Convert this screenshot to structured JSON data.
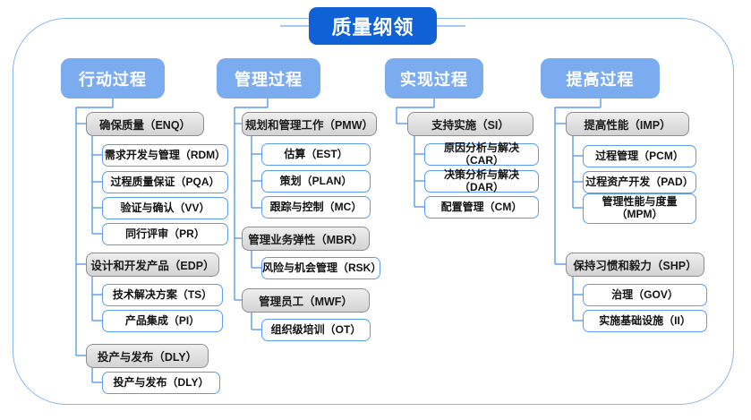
{
  "colors": {
    "root_bg": "#0f62d6",
    "category_bg": "#7cacf0",
    "group_border": "#8d8d8d",
    "leaf_border": "#5b9bf0",
    "frame_border": "#8ab6ee",
    "connector": "#5b9bf0",
    "connector_gray": "#9a9a9a"
  },
  "root": {
    "label": "质量纲领"
  },
  "columns": [
    {
      "id": "action",
      "heading": "行动过程",
      "groups": [
        {
          "label": "确保质量（ENQ）",
          "children": [
            "需求开发与管理（RDM）",
            "过程质量保证（PQA）",
            "验证与确认（VV）",
            "同行评审（PR）"
          ]
        },
        {
          "label": "设计和开发产品（EDP）",
          "children": [
            "技术解决方案（TS）",
            "产品集成（PI）"
          ]
        },
        {
          "label": "投产与发布（DLY）",
          "children": [
            "投产与发布（DLY）"
          ]
        }
      ]
    },
    {
      "id": "manage",
      "heading": "管理过程",
      "groups": [
        {
          "label": "规划和管理工作（PMW）",
          "children": [
            "估算（EST）",
            "策划（PLAN）",
            "跟踪与控制（MC）"
          ]
        },
        {
          "label": "管理业务弹性（MBR）",
          "children": [
            "风险与机会管理（RSK）"
          ]
        },
        {
          "label": "管理员工（MWF）",
          "children": [
            "组织级培训（OT）"
          ]
        }
      ]
    },
    {
      "id": "implement",
      "heading": "实现过程",
      "groups": [
        {
          "label": "支持实施（SI）",
          "children": [
            "原因分析与解决（CAR）",
            "决策分析与解决（DAR）",
            "配置管理（CM）"
          ]
        }
      ]
    },
    {
      "id": "improve",
      "heading": "提高过程",
      "groups": [
        {
          "label": "提高性能（IMP）",
          "children": [
            "过程管理（PCM）",
            "过程资产开发（PAD）",
            "管理性能与度量\n（MPM）"
          ]
        },
        {
          "label": "保持习惯和毅力（SHP）",
          "children": [
            "治理（GOV）",
            "实施基础设施（II）"
          ]
        }
      ]
    }
  ]
}
